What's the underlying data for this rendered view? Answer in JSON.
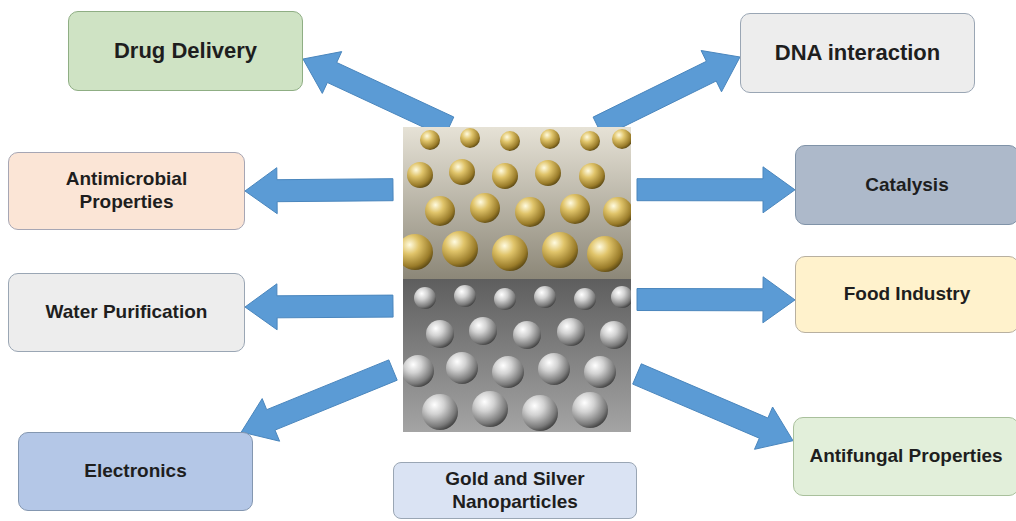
{
  "diagram": {
    "nodes": [
      {
        "text": [
          "Gold and Silver Nanoparticles"
        ]
      },
      {
        "text": [
          "Drug Delivery"
        ]
      },
      {
        "text": [
          "DNA interaction"
        ]
      },
      {
        "text": [
          "Antimicrobial Properties"
        ]
      },
      {
        "text": [
          "Catalysis"
        ]
      },
      {
        "text": [
          "Water Purification"
        ]
      },
      {
        "text": [
          "Food Industry"
        ]
      },
      {
        "text": [
          "Electronics"
        ]
      },
      {
        "text": [
          "Antifungal Properties"
        ]
      }
    ],
    "edges": [
      {
        "from": 0,
        "to": 1,
        "arrow": "to"
      },
      {
        "from": 0,
        "to": 2,
        "arrow": "to"
      },
      {
        "from": 0,
        "to": 3,
        "arrow": "to"
      },
      {
        "from": 0,
        "to": 4,
        "arrow": "to"
      },
      {
        "from": 0,
        "to": 5,
        "arrow": "to"
      },
      {
        "from": 0,
        "to": 6,
        "arrow": "to"
      },
      {
        "from": 0,
        "to": 7,
        "arrow": "to"
      },
      {
        "from": 0,
        "to": 8,
        "arrow": "to"
      }
    ]
  }
}
